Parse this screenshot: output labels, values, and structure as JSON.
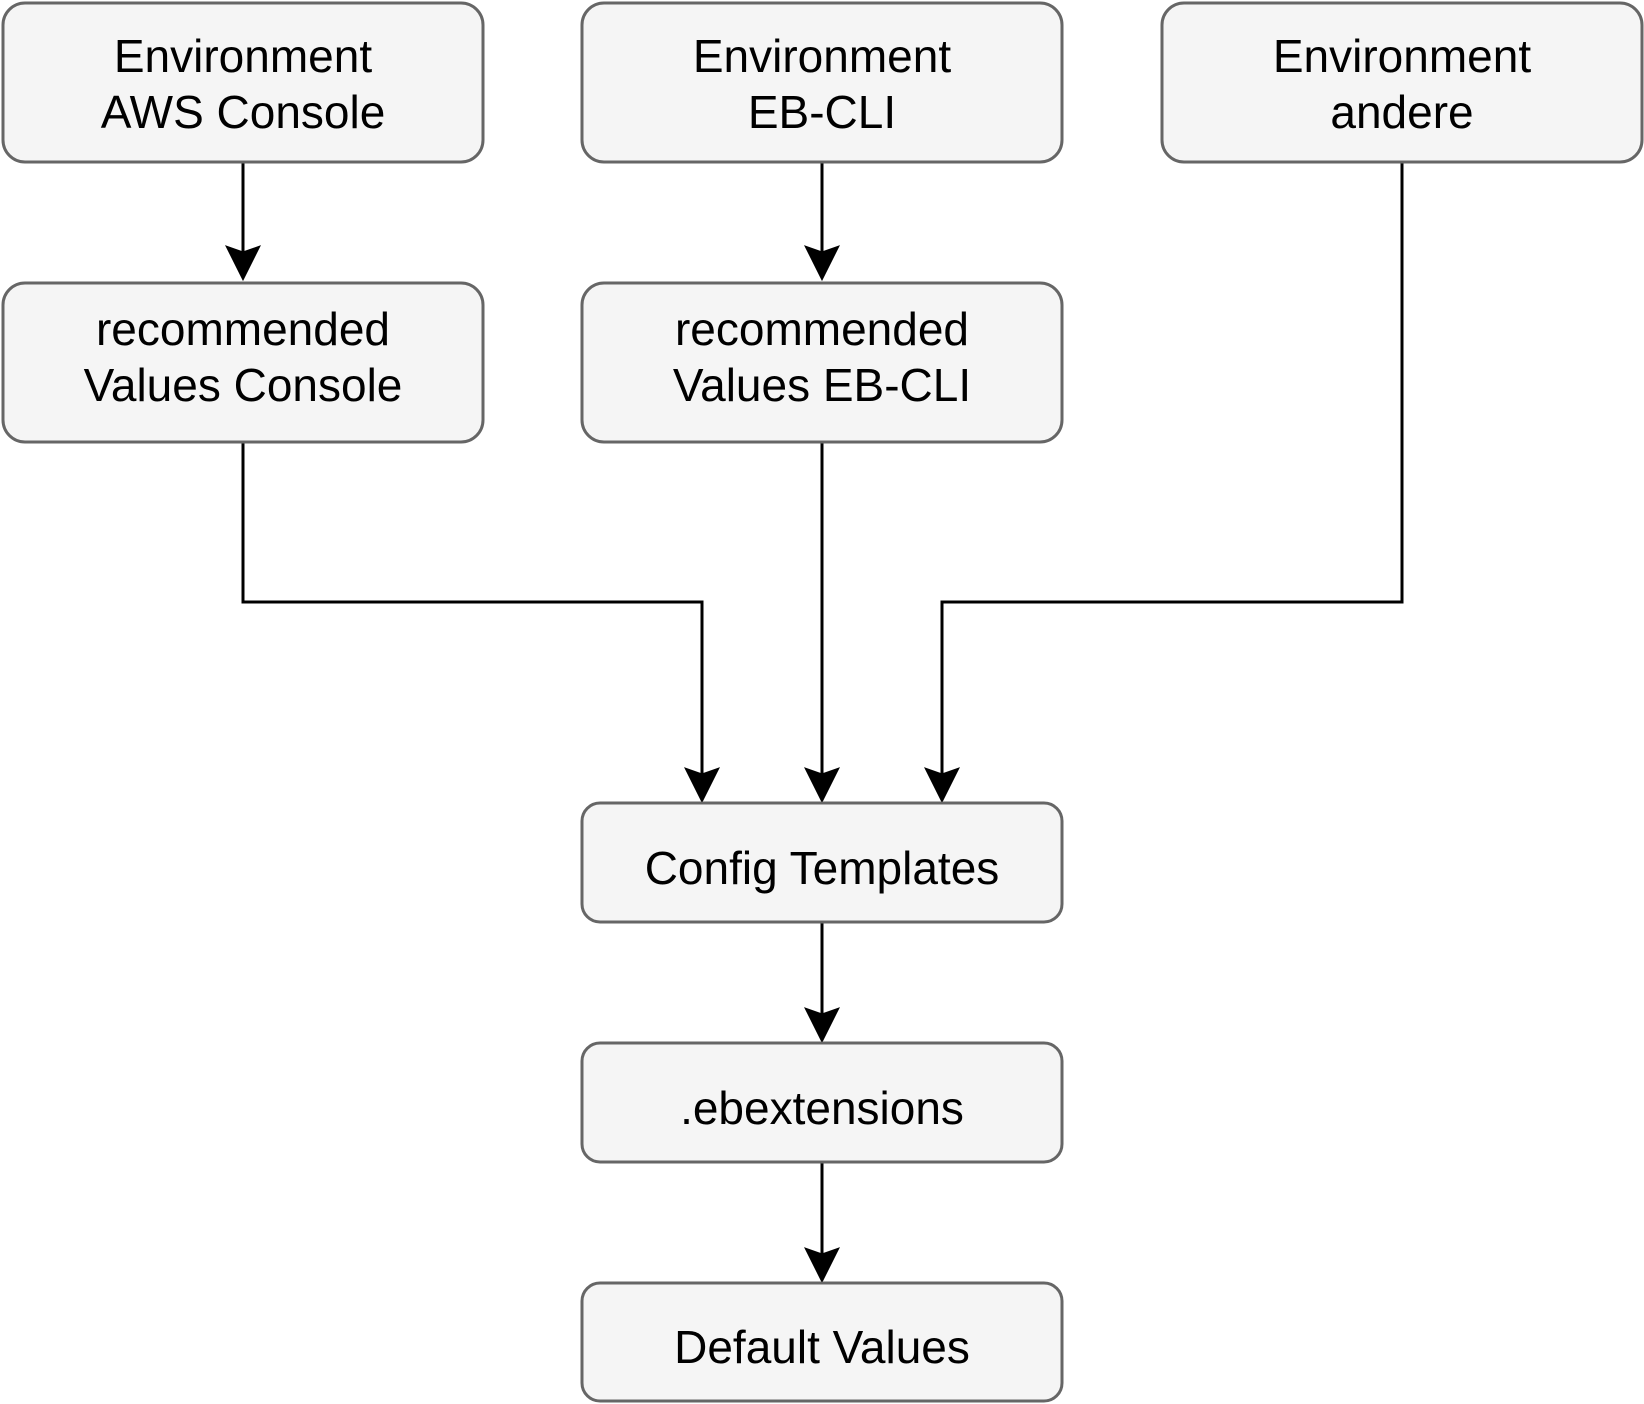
{
  "nodes": {
    "env_console": {
      "lines": [
        "Environment",
        "AWS Console"
      ]
    },
    "env_ebcli": {
      "lines": [
        "Environment",
        "EB-CLI"
      ]
    },
    "env_other": {
      "lines": [
        "Environment",
        "andere"
      ]
    },
    "rec_console": {
      "lines": [
        "recommended",
        "Values Console"
      ]
    },
    "rec_ebcli": {
      "lines": [
        "recommended",
        "Values EB-CLI"
      ]
    },
    "config_templates": {
      "lines": [
        "Config Templates"
      ]
    },
    "ebextensions": {
      "lines": [
        ".ebextensions"
      ]
    },
    "default_values": {
      "lines": [
        "Default Values"
      ]
    }
  },
  "edges": [
    {
      "from": "env_console",
      "to": "rec_console"
    },
    {
      "from": "env_ebcli",
      "to": "rec_ebcli"
    },
    {
      "from": "rec_console",
      "to": "config_templates"
    },
    {
      "from": "rec_ebcli",
      "to": "config_templates"
    },
    {
      "from": "env_other",
      "to": "config_templates"
    },
    {
      "from": "config_templates",
      "to": "ebextensions"
    },
    {
      "from": "ebextensions",
      "to": "default_values"
    }
  ]
}
